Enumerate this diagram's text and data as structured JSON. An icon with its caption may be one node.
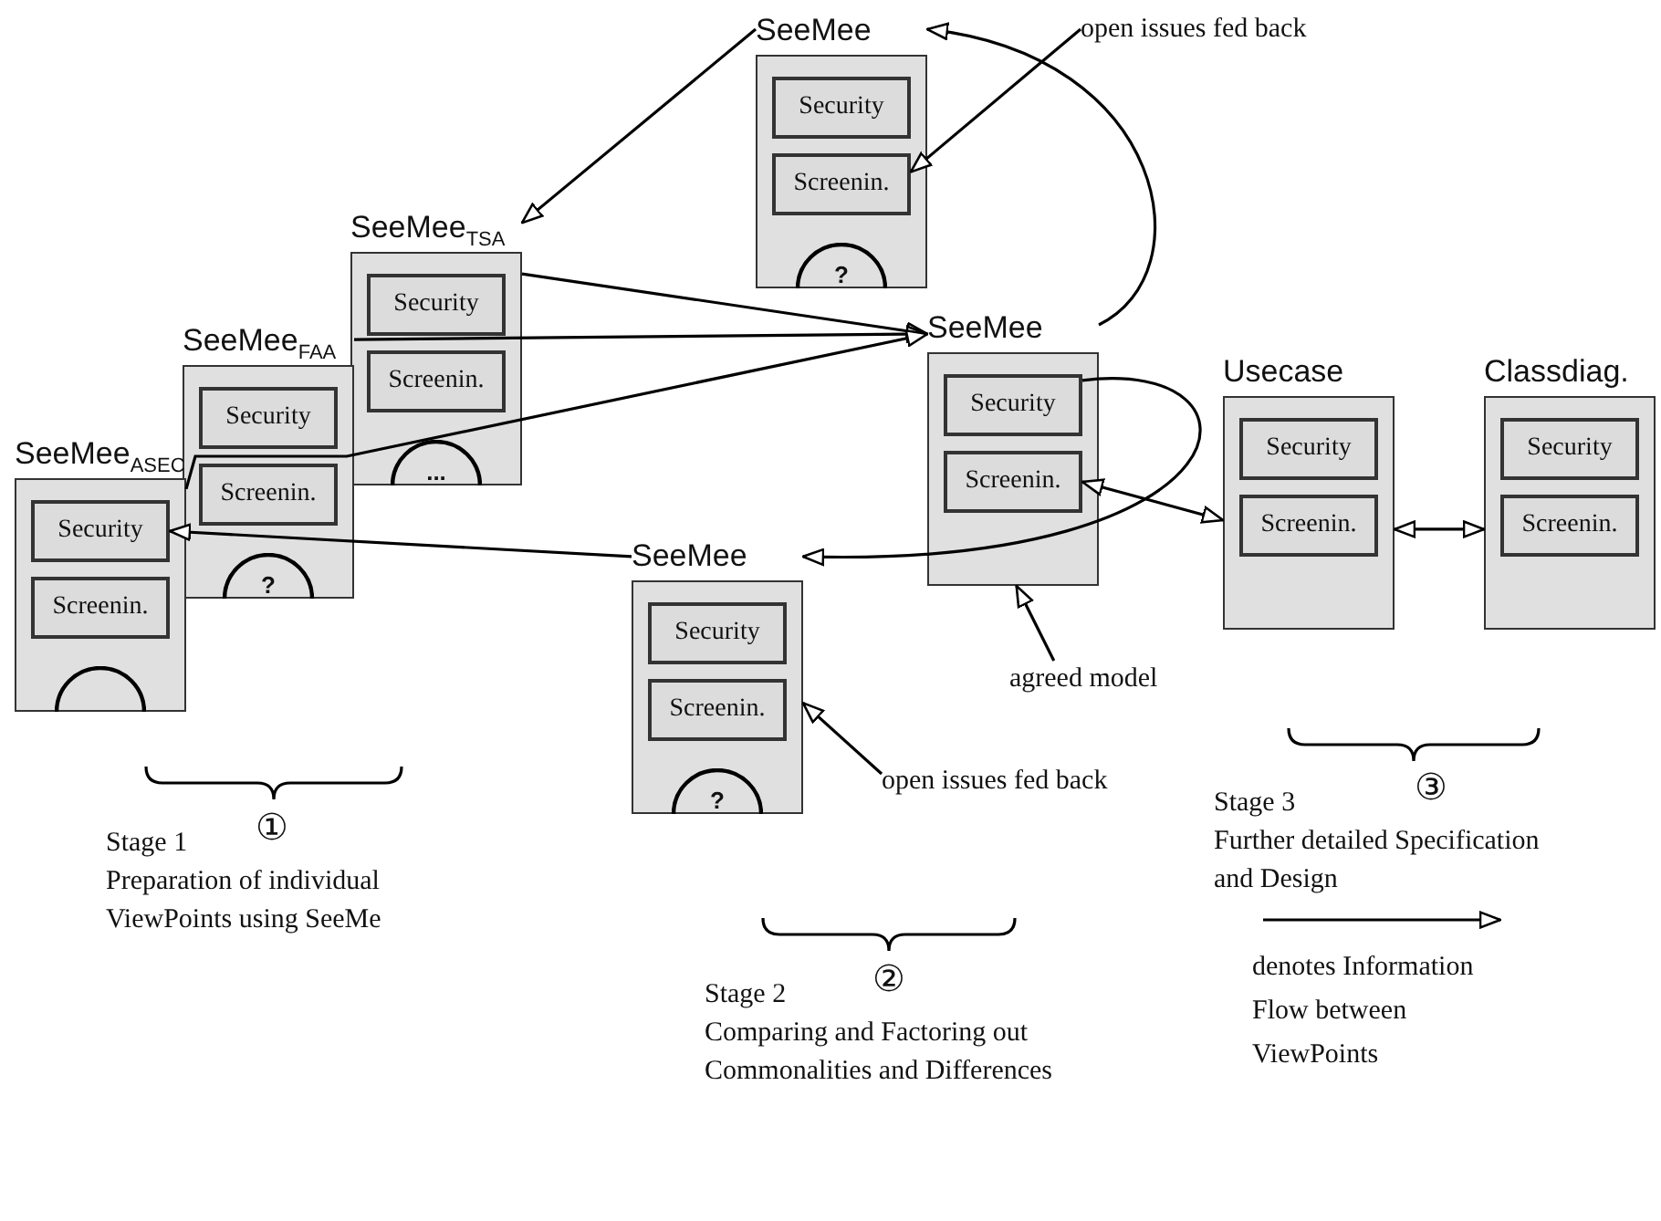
{
  "diagram": {
    "nodes": [
      {
        "text": [
          "SeeMee"
        ]
      },
      {
        "text": [
          "Security"
        ],
        "in": 0
      },
      {
        "text": [
          "Screenin."
        ],
        "in": 0
      },
      {
        "text": [
          "?"
        ],
        "in": 0
      },
      {
        "text": [
          "SeeMee$_{TSA}$"
        ]
      },
      {
        "text": [
          "Security"
        ],
        "in": 4
      },
      {
        "text": [
          "Screenin."
        ],
        "in": 4
      },
      {
        "text": [
          "..."
        ],
        "in": 4
      },
      {
        "text": [
          "SeeMee$_{FAA}$"
        ]
      },
      {
        "text": [
          "Security"
        ],
        "in": 8
      },
      {
        "text": [
          "Screenin."
        ],
        "in": 8
      },
      {
        "text": [
          "?"
        ],
        "in": 8
      },
      {
        "text": [
          "SeeMee"
        ]
      },
      {
        "text": [
          "Security"
        ],
        "in": 12
      },
      {
        "text": [
          "Screenin."
        ],
        "in": 12
      },
      {
        "text": [
          "Usecase"
        ]
      },
      {
        "text": [
          "Security"
        ],
        "in": 15
      },
      {
        "text": [
          "Screenin."
        ],
        "in": 15
      },
      {
        "text": [
          "Classdiag."
        ]
      },
      {
        "text": [
          "Security"
        ],
        "in": 18
      },
      {
        "text": [
          "Screenin."
        ],
        "in": 18
      },
      {
        "text": [
          "SeeMee$_{ASEC}$"
        ]
      },
      {
        "text": [
          "Security"
        ],
        "in": 21
      },
      {
        "text": [
          "Screenin."
        ],
        "in": 21
      },
      {
        "text": [],
        "shape": "circle",
        "in": 21
      },
      {
        "text": [
          "SeeMee"
        ]
      },
      {
        "text": [
          "Security"
        ],
        "in": 25
      },
      {
        "text": [
          "Screenin."
        ],
        "in": 25
      },
      {
        "text": [
          "?"
        ],
        "in": 25
      },
      {
        "text": [
          "open issues fed back"
        ]
      },
      {
        "text": [
          "agreed model"
        ]
      },
      {
        "text": [
          "open issues fed back"
        ]
      }
    ],
    "edges": [
      {
        "from": 4,
        "to": 12,
        "arrow": "to"
      },
      {
        "from": 8,
        "to": 12,
        "arrow": "to"
      },
      {
        "from": 21,
        "to": 12,
        "arrow": "to"
      },
      {
        "from": 12,
        "to": 0,
        "arrow": "to"
      },
      {
        "from": 0,
        "to": 4,
        "arrow": "to"
      },
      {
        "from": 13,
        "to": 25,
        "arrow": "to"
      },
      {
        "from": 25,
        "to": 22,
        "arrow": "to"
      },
      {
        "from": 14,
        "to": 15,
        "arrow": "both"
      },
      {
        "from": 15,
        "to": 18,
        "arrow": "both"
      },
      {
        "from": 29,
        "to": 2,
        "arrow": "to"
      },
      {
        "from": 30,
        "to": 12,
        "arrow": "to"
      },
      {
        "from": 31,
        "to": 25,
        "arrow": "to"
      }
    ],
    "labels": [
      "Stage 1",
      "①",
      "Preparation of individual ViewPoints using SeeMe",
      "Stage 2",
      "②",
      "Comparing and Factoring out Commonalities and Differences",
      "Stage 3",
      "③",
      "Further detailed Specification and Design"
    ],
    "legend": [
      {
        "text": "denotes Information Flow between ViewPoints"
      }
    ]
  }
}
